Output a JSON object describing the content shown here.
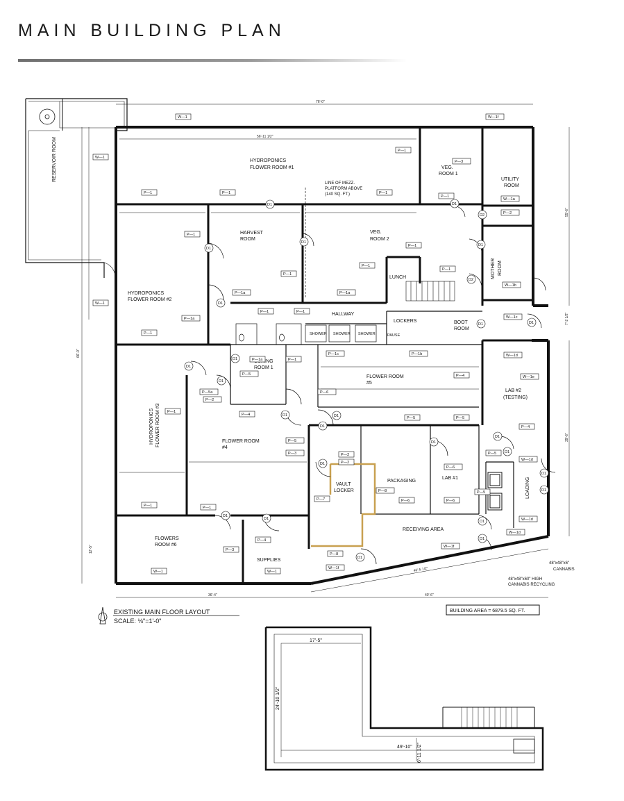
{
  "page": {
    "title": "MAIN BUILDING PLAN"
  },
  "rooms": {
    "reservoir": "RESERVOIR ROOM",
    "hydro1_a": "HYDROPONICS",
    "hydro1_b": "FLOWER ROOM #1",
    "veg1_a": "VEG.",
    "veg1_b": "ROOM 1",
    "utility_a": "UTILITY",
    "utility_b": "ROOM",
    "harvest_a": "HARVEST",
    "harvest_b": "ROOM",
    "veg2_a": "VEG.",
    "veg2_b": "ROOM 2",
    "mother_a": "MOTHER",
    "mother_b": "ROOM",
    "lunch": "LUNCH",
    "hydro2_a": "HYDROPONICS",
    "hydro2_b": "FLOWER ROOM #2",
    "hallway": "HALLWAY",
    "lockers": "LOCKERS",
    "boot_a": "BOOT",
    "boot_b": "ROOM",
    "curing_a": "CURING",
    "curing_b": "ROOM 1",
    "flower5_a": "FLOWER ROOM",
    "flower5_b": "#5",
    "lab2_a": "LAB #2",
    "lab2_b": "(TESTING)",
    "hydro3_a": "HYDROPONICS",
    "hydro3_b": "FLOWER ROOM #3",
    "flower4_a": "FLOWER ROOM",
    "flower4_b": "#4",
    "vault_a": "VAULT",
    "vault_b": "LOCKER",
    "packaging": "PACKAGING",
    "lab1": "LAB #1",
    "loading": "LOADING",
    "receiving": "RECEIVING AREA",
    "flowers6_a": "FLOWERS",
    "flowers6_b": "ROOM #6",
    "supplies": "SUPPLIES",
    "shower": "SHOWER",
    "pause": "PAUSE"
  },
  "notes": {
    "mezz_a": "LINE OF MEZZ.",
    "mezz_b": "PLATFORM ABOVE",
    "mezz_c": "(140 SQ. FT.)",
    "cannabis_a": "48\"x48\"x6\"",
    "cannabis_b": "CANNABIS",
    "recycle_a": "48\"x48\"x60\" HIGH",
    "recycle_b": "CANNABIS RECYCLING",
    "existing": "EXISTING MAIN FLOOR LAYOUT",
    "scale": "SCALE: ⅛\"=1'-0\"",
    "area": "BUILDING AREA = 6879.5 SQ. FT."
  },
  "tags": {
    "w1": "W—1",
    "w1a": "W—1a",
    "w1b": "W—1b",
    "w1c": "W—1c",
    "w1d": "W—1d",
    "w1e": "W—1e",
    "w1f": "W—1f",
    "p1": "P—1",
    "p1a": "P—1a",
    "p1b": "P—1b",
    "p1c": "P—1c",
    "p2": "P—2",
    "p3": "P—3",
    "p4": "P—4",
    "p5": "P—5",
    "p5a": "P—5a",
    "p6": "P—6",
    "p7": "P—7",
    "p8": "P—8",
    "d1": "D1",
    "d2": "D2"
  },
  "dims": {
    "overall_w": "76'-0\"",
    "top_room": "56'-11 1/2\"",
    "h_left": "66'-0\"",
    "h_right": "55'-6\"",
    "bottom_left": "36'-4\"",
    "bottom_right": "40'-6\"",
    "bottom_diag": "46'-5 1/2\"",
    "h_mid_right": "7'-2 1/2\"",
    "h_low_right": "39'-6\"",
    "h_flowers": "12'-5\"",
    "mezz_w": "17'-5\"",
    "mezz_h": "24'-10 1/2\"",
    "mezz_long": "49'-10\"",
    "mezz_small": "6'-11 1/2\""
  }
}
